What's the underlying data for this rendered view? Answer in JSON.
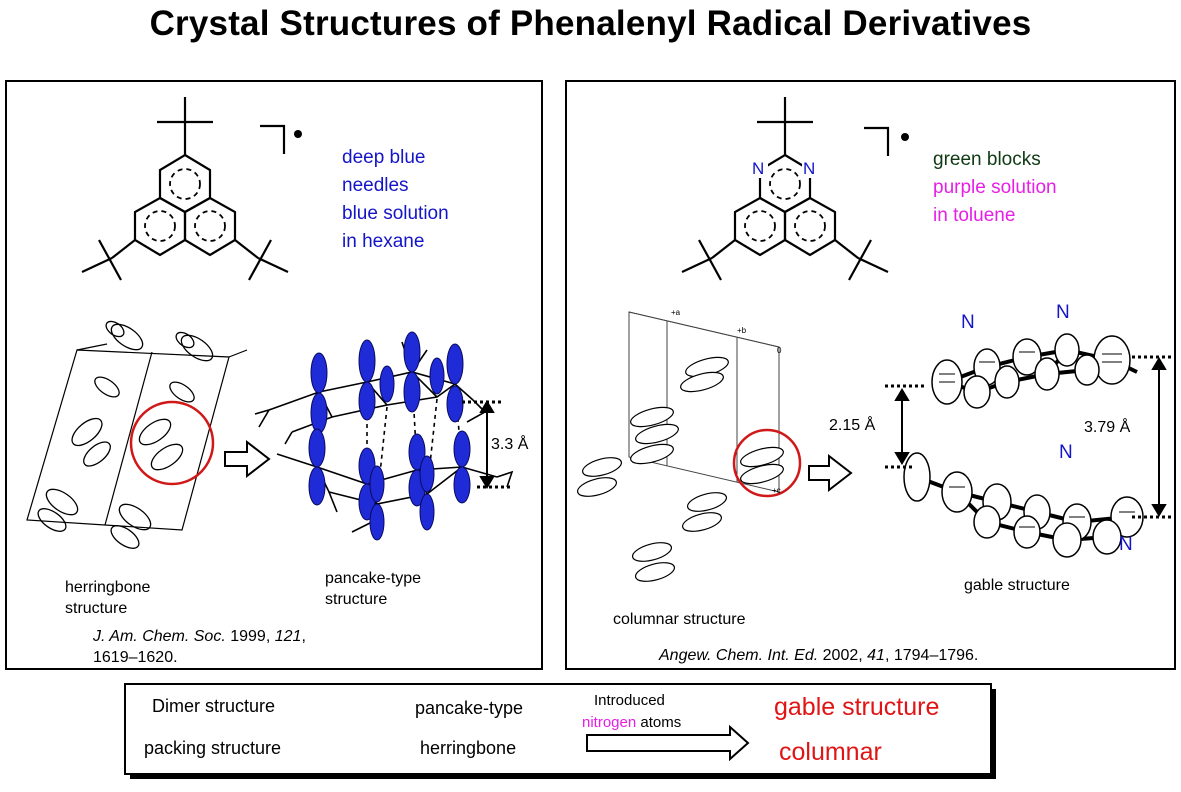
{
  "title": "Crystal Structures of Phenalenyl Radical Derivatives",
  "left_panel": {
    "description_lines": [
      "deep blue",
      "needles",
      "blue solution",
      "in hexane"
    ],
    "packing_label": [
      "herringbone",
      "structure"
    ],
    "dimer_label": [
      "pancake-type",
      "structure"
    ],
    "distance": "3.3 Å",
    "reference": {
      "journal": "J. Am. Chem. Soc.",
      "year": "1999,",
      "volume": "121",
      "pages": "1619–1620."
    }
  },
  "right_panel": {
    "line1": "green blocks",
    "line2": "purple solution",
    "line3": "in toluene",
    "n_atom": "N",
    "packing_label": "columnar structure",
    "dimer_label": "gable structure",
    "distance_short": "2.15 Å",
    "distance_long": "3.79 Å",
    "cell_axis_a": "+a",
    "cell_axis_b": "+b",
    "cell_axis_c": "+c",
    "cell_origin": "0",
    "reference": {
      "journal": "Angew. Chem. Int. Ed.",
      "year": "2002,",
      "volume": "41",
      "pages": "1794–1796."
    }
  },
  "summary": {
    "row1_label": "Dimer structure",
    "row2_label": "packing structure",
    "row1_before": "pancake-type",
    "row2_before": "herringbone",
    "arrow_text_1": "Introduced",
    "arrow_text_2a": "nitrogen",
    "arrow_text_2b": " atoms",
    "row1_after": "gable structure",
    "row2_after": "columnar"
  },
  "colors": {
    "blue_text": "#1414c8",
    "green_text": "#0f3a14",
    "magenta_text": "#e61ee6",
    "red_text": "#e01414",
    "orbital_blue": "#1f2bd6",
    "highlight_circle": "#d01818"
  }
}
